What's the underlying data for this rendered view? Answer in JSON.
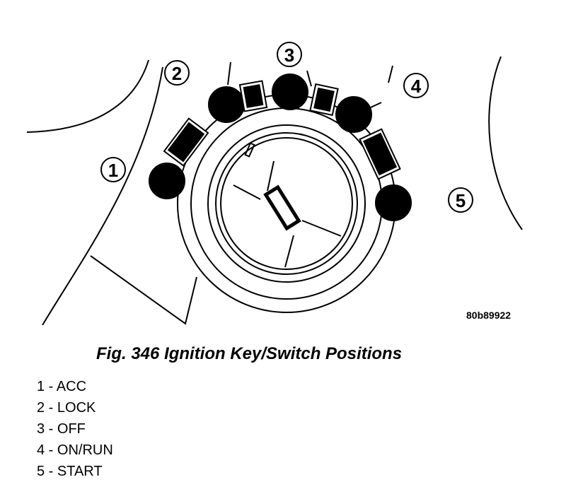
{
  "figure": {
    "caption": "Fig. 346 Ignition Key/Switch Positions",
    "code": "80b89922"
  },
  "callouts": [
    "1",
    "2",
    "3",
    "4",
    "5"
  ],
  "legend": [
    "1 - ACC",
    "2 - LOCK",
    "3 - OFF",
    "4 - ON/RUN",
    "5 - START"
  ]
}
